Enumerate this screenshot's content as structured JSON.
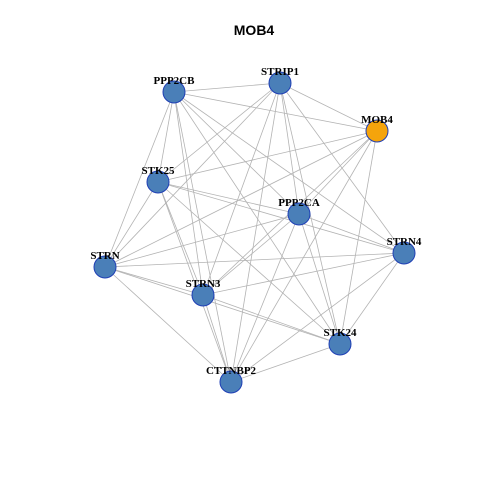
{
  "title": "MOB4",
  "colors": {
    "default_node": "#4a7fb8",
    "highlight_node": "#f5a40c",
    "edge": "#b3b3b3",
    "node_border": "#1f3fb5"
  },
  "nodes": [
    {
      "id": "PPP2CB",
      "label": "PPP2CB",
      "highlight": false
    },
    {
      "id": "STRIP1",
      "label": "STRIP1",
      "highlight": false
    },
    {
      "id": "MOB4",
      "label": "MOB4",
      "highlight": true
    },
    {
      "id": "STK25",
      "label": "STK25",
      "highlight": false
    },
    {
      "id": "PPP2CA",
      "label": "PPP2CA",
      "highlight": false
    },
    {
      "id": "STRN4",
      "label": "STRN4",
      "highlight": false
    },
    {
      "id": "STRN",
      "label": "STRN",
      "highlight": false
    },
    {
      "id": "STRN3",
      "label": "STRN3",
      "highlight": false
    },
    {
      "id": "STK24",
      "label": "STK24",
      "highlight": false
    },
    {
      "id": "CTTNBP2",
      "label": "CTTNBP2",
      "highlight": false
    }
  ],
  "edges": [
    [
      "PPP2CB",
      "STRIP1"
    ],
    [
      "PPP2CB",
      "MOB4"
    ],
    [
      "PPP2CB",
      "STK25"
    ],
    [
      "PPP2CB",
      "PPP2CA"
    ],
    [
      "PPP2CB",
      "STRN4"
    ],
    [
      "PPP2CB",
      "STRN"
    ],
    [
      "PPP2CB",
      "STRN3"
    ],
    [
      "PPP2CB",
      "STK24"
    ],
    [
      "PPP2CB",
      "CTTNBP2"
    ],
    [
      "STRIP1",
      "MOB4"
    ],
    [
      "STRIP1",
      "STK25"
    ],
    [
      "STRIP1",
      "PPP2CA"
    ],
    [
      "STRIP1",
      "STRN4"
    ],
    [
      "STRIP1",
      "STRN"
    ],
    [
      "STRIP1",
      "STRN3"
    ],
    [
      "STRIP1",
      "STK24"
    ],
    [
      "STRIP1",
      "CTTNBP2"
    ],
    [
      "MOB4",
      "STK25"
    ],
    [
      "MOB4",
      "PPP2CA"
    ],
    [
      "MOB4",
      "STRN"
    ],
    [
      "MOB4",
      "STRN3"
    ],
    [
      "MOB4",
      "STK24"
    ],
    [
      "MOB4",
      "CTTNBP2"
    ],
    [
      "STK25",
      "PPP2CA"
    ],
    [
      "STK25",
      "STRN4"
    ],
    [
      "STK25",
      "STRN"
    ],
    [
      "STK25",
      "STRN3"
    ],
    [
      "STK25",
      "STK24"
    ],
    [
      "STK25",
      "CTTNBP2"
    ],
    [
      "PPP2CA",
      "STRN4"
    ],
    [
      "PPP2CA",
      "STRN"
    ],
    [
      "PPP2CA",
      "STRN3"
    ],
    [
      "PPP2CA",
      "STK24"
    ],
    [
      "PPP2CA",
      "CTTNBP2"
    ],
    [
      "STRN4",
      "STRN"
    ],
    [
      "STRN4",
      "STRN3"
    ],
    [
      "STRN4",
      "STK24"
    ],
    [
      "STRN4",
      "CTTNBP2"
    ],
    [
      "STRN",
      "STRN3"
    ],
    [
      "STRN",
      "STK24"
    ],
    [
      "STRN",
      "CTTNBP2"
    ],
    [
      "STRN3",
      "STK24"
    ],
    [
      "STRN3",
      "CTTNBP2"
    ],
    [
      "STK24",
      "CTTNBP2"
    ]
  ]
}
